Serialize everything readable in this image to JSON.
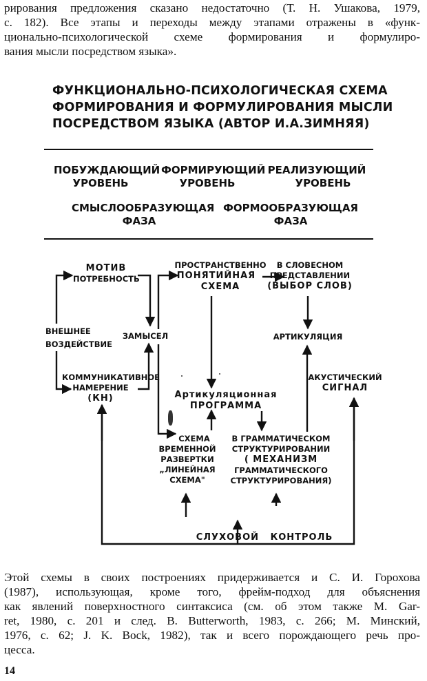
{
  "top_paragraph": {
    "lines": [
      "рирования предложения сказано недостаточно (Т. Н. Ушакова, 1979,",
      "с. 182). Все этапы и переходы между этапами отражены в «функ-",
      "ционально-психологической  схеме  формирования и формулиро-",
      "вания мысли посредством языка»."
    ]
  },
  "figure": {
    "title_lines": [
      "Функционально-психологическая схема",
      "формирования и формулирования мысли",
      "посредством языка (автор И.А.Зимняя)"
    ],
    "levels": [
      {
        "line1": "Побуждающий",
        "line2": "уровень"
      },
      {
        "line1": "Формирующий",
        "line2": "уровень"
      },
      {
        "line1": "Реализующий",
        "line2": "уровень"
      }
    ],
    "phases": [
      {
        "line1": "Смыслообразующая",
        "line2": "фаза"
      },
      {
        "line1": "Формообразующая",
        "line2": "фаза"
      }
    ],
    "nodes": {
      "motive": [
        "мотив",
        "потребность"
      ],
      "external": [
        "внешнее",
        "воздействие"
      ],
      "intent": [
        "замысел"
      ],
      "communicative": [
        "коммуникативное",
        "намерение",
        "(КН)"
      ],
      "spatial": [
        "пространственно",
        "понятийная",
        "схема"
      ],
      "verbal": [
        "в словесном",
        "представлении",
        "(выбор слов)"
      ],
      "articulation": [
        "артикуляция"
      ],
      "acoustic": [
        "акустический",
        "сигнал"
      ],
      "art_program": [
        "Артикуляционная",
        "программа"
      ],
      "temporal": [
        "схема",
        "временной",
        "развертки",
        "„линейная",
        "схема\""
      ],
      "grammatical": [
        "в грамматическом",
        "структурировании",
        "( механизм",
        "грамматического",
        "структурирования)"
      ],
      "auditory": [
        "слуховой   контроль"
      ]
    }
  },
  "bottom_paragraph": {
    "lines": [
      "Этой схемы в своих построениях придерживается и С. И. Горохова",
      "(1987), использующая, кроме того, фрейм-подход для объяснения",
      "как явлений поверхностного синтаксиса (см. об этом также М. Gar-",
      "ret, 1980, с. 201 и след.   B. Butterworth, 1983, с. 266; М. Минский,",
      "1976, с. 62; J. K. Bock, 1982), так и всего порождающего речь про-",
      "цесса."
    ]
  },
  "page_number": "14"
}
